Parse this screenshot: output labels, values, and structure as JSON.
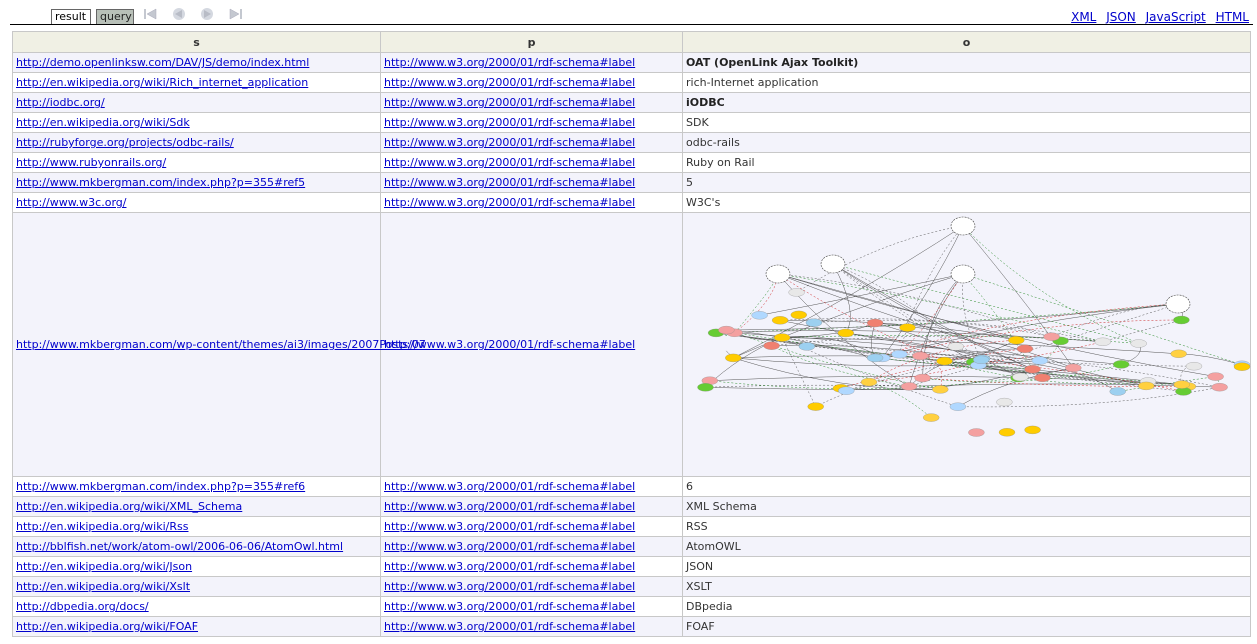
{
  "toolbar": {
    "tabs": [
      "result",
      "query"
    ],
    "formats": [
      "XML",
      "JSON",
      "JavaScript",
      "HTML"
    ]
  },
  "table": {
    "headers": [
      "s",
      "p",
      "o"
    ],
    "rows": [
      {
        "s": "http://demo.openlinksw.com/DAV/JS/demo/index.html",
        "p": "http://www.w3.org/2000/01/rdf-schema#label",
        "o": "OAT (OpenLink Ajax Toolkit)",
        "bold": true
      },
      {
        "s": "http://en.wikipedia.org/wiki/Rich_internet_application",
        "p": "http://www.w3.org/2000/01/rdf-schema#label",
        "o": "rich-Internet application"
      },
      {
        "s": "http://iodbc.org/",
        "p": "http://www.w3.org/2000/01/rdf-schema#label",
        "o": "iODBC",
        "bold": true
      },
      {
        "s": "http://en.wikipedia.org/wiki/Sdk",
        "p": "http://www.w3.org/2000/01/rdf-schema#label",
        "o": "SDK"
      },
      {
        "s": "http://rubyforge.org/projects/odbc-rails/",
        "p": "http://www.w3.org/2000/01/rdf-schema#label",
        "o": "odbc-rails"
      },
      {
        "s": "http://www.rubyonrails.org/",
        "p": "http://www.w3.org/2000/01/rdf-schema#label",
        "o": "Ruby on Rail"
      },
      {
        "s": "http://www.mkbergman.com/index.php?p=355#ref5",
        "p": "http://www.w3.org/2000/01/rdf-schema#label",
        "o": "5"
      },
      {
        "s": "http://www.w3c.org/",
        "p": "http://www.w3.org/2000/01/rdf-schema#label",
        "o": "W3C's"
      },
      {
        "s": "http://www.mkbergman.com/wp-content/themes/ai3/images/2007Posts/07",
        "p": "http://www.w3.org/2000/01/rdf-schema#label",
        "o": "",
        "image": true
      },
      {
        "s": "http://www.mkbergman.com/index.php?p=355#ref6",
        "p": "http://www.w3.org/2000/01/rdf-schema#label",
        "o": "6"
      },
      {
        "s": "http://en.wikipedia.org/wiki/XML_Schema",
        "p": "http://www.w3.org/2000/01/rdf-schema#label",
        "o": "XML Schema"
      },
      {
        "s": "http://en.wikipedia.org/wiki/Rss",
        "p": "http://www.w3.org/2000/01/rdf-schema#label",
        "o": "RSS"
      },
      {
        "s": "http://bblfish.net/work/atom-owl/2006-06-06/AtomOwl.html",
        "p": "http://www.w3.org/2000/01/rdf-schema#label",
        "o": "AtomOWL"
      },
      {
        "s": "http://en.wikipedia.org/wiki/Json",
        "p": "http://www.w3.org/2000/01/rdf-schema#label",
        "o": "JSON"
      },
      {
        "s": "http://en.wikipedia.org/wiki/Xslt",
        "p": "http://www.w3.org/2000/01/rdf-schema#label",
        "o": "XSLT"
      },
      {
        "s": "http://dbpedia.org/docs/",
        "p": "http://www.w3.org/2000/01/rdf-schema#label",
        "o": "DBpedia"
      },
      {
        "s": "http://en.wikipedia.org/wiki/FOAF",
        "p": "http://www.w3.org/2000/01/rdf-schema#label",
        "o": "FOAF"
      }
    ]
  },
  "icons": {
    "nav_first": "first-page-icon",
    "nav_prev": "previous-page-icon",
    "nav_next": "next-page-icon",
    "nav_last": "last-page-icon"
  }
}
